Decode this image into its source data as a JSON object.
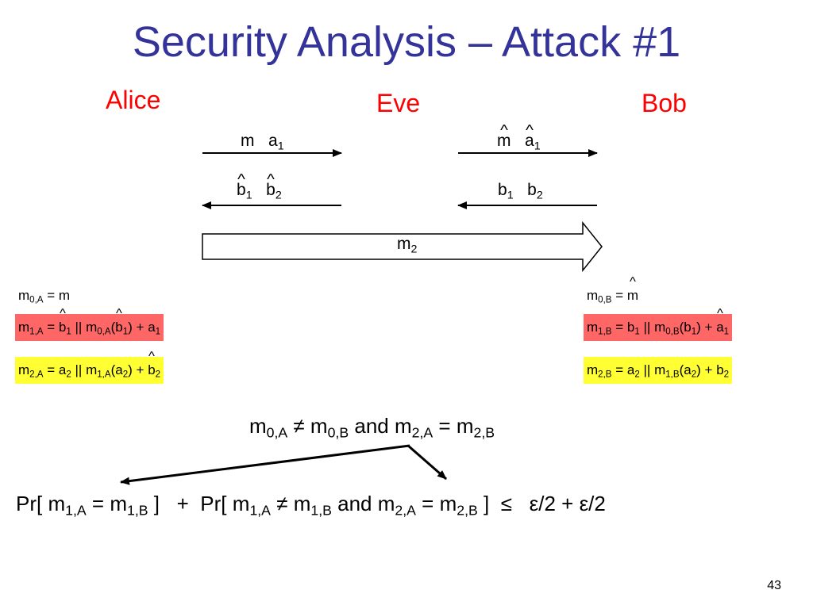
{
  "slide": {
    "title": "Security Analysis – Attack #1",
    "page_number": "43"
  },
  "parties": {
    "alice": "Alice",
    "eve": "Eve",
    "bob": "Bob"
  },
  "messages": {
    "m": "m",
    "a": "a",
    "b": "b",
    "m2_base": "m",
    "one": "1",
    "two": "2"
  },
  "alice_box": {
    "m0": {
      "lhs_m": "m",
      "lhs_sub": "0,A",
      "rhs": " = m"
    },
    "m1_sub": "1,A",
    "m2_sub": "2,A"
  },
  "bob_box": {
    "m0": {
      "lhs_m": "m",
      "lhs_sub": "0,B",
      "rhs": " = m"
    },
    "m1_sub": "1,B",
    "m2_sub": "2,B"
  },
  "condition": {
    "and": "and"
  },
  "probability": {
    "pr": "Pr[",
    "close": "]",
    "plus": "+",
    "leq": "≤",
    "eps_half": "ε/2 + ε/2"
  },
  "colors": {
    "title": "#333399",
    "party": "#ff0000",
    "red_box": "#ff6666",
    "yellow_box": "#ffff33"
  }
}
